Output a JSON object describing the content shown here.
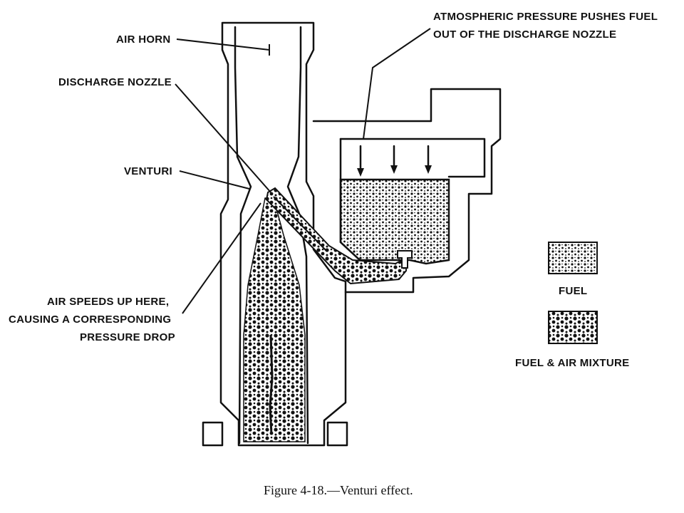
{
  "labels": {
    "air_horn": "AIR HORN",
    "discharge_nozzle": "DISCHARGE NOZZLE",
    "venturi": "VENTURI",
    "air_speeds_1": "AIR SPEEDS UP HERE,",
    "air_speeds_2": "CAUSING A CORRESPONDING",
    "air_speeds_3": "PRESSURE DROP",
    "atmospheric_1": "ATMOSPHERIC PRESSURE PUSHES FUEL",
    "atmospheric_2": "OUT OF THE DISCHARGE NOZZLE"
  },
  "legend": {
    "fuel": "FUEL",
    "mixture": "FUEL & AIR MIXTURE"
  },
  "caption": "Figure 4-18.—Venturi effect."
}
